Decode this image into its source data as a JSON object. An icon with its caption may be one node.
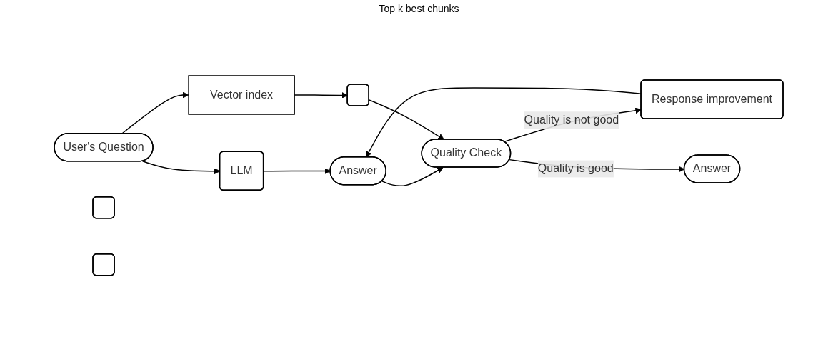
{
  "diagram": {
    "nodes": [
      {
        "text": [
          "User's Question"
        ]
      },
      {
        "text": [
          "LLM"
        ]
      },
      {
        "text": [
          "Answer"
        ]
      },
      {
        "text": [
          "Vector index"
        ]
      },
      {
        "text": [],
        "shape": "bar"
      },
      {
        "text": [],
        "shape": "bar"
      },
      {
        "text": [],
        "shape": "bar"
      },
      {
        "text": [
          "Quality Check"
        ]
      },
      {
        "text": [
          "Response improvement"
        ]
      },
      {
        "text": [
          "Answer"
        ]
      }
    ],
    "edges": [
      {
        "from": 0,
        "to": 1,
        "arrow": "to"
      },
      {
        "from": 1,
        "to": 2,
        "arrow": "to"
      },
      {
        "from": 0,
        "to": 3,
        "arrow": "to"
      },
      {
        "from": 2,
        "to": 7,
        "arrow": "to"
      },
      {
        "from": 3,
        "to": 5,
        "arrow": "to"
      },
      {
        "from": 5,
        "to": 7,
        "arrow": "to"
      },
      {
        "from": 7,
        "to": 8,
        "label": "Quality is not good",
        "arrow": "to"
      },
      {
        "from": 8,
        "to": 2,
        "arrow": "to"
      },
      {
        "from": 7,
        "to": 9,
        "label": "Quality is good",
        "arrow": "to"
      }
    ],
    "labels": [
      "Top k best chunks"
    ]
  }
}
